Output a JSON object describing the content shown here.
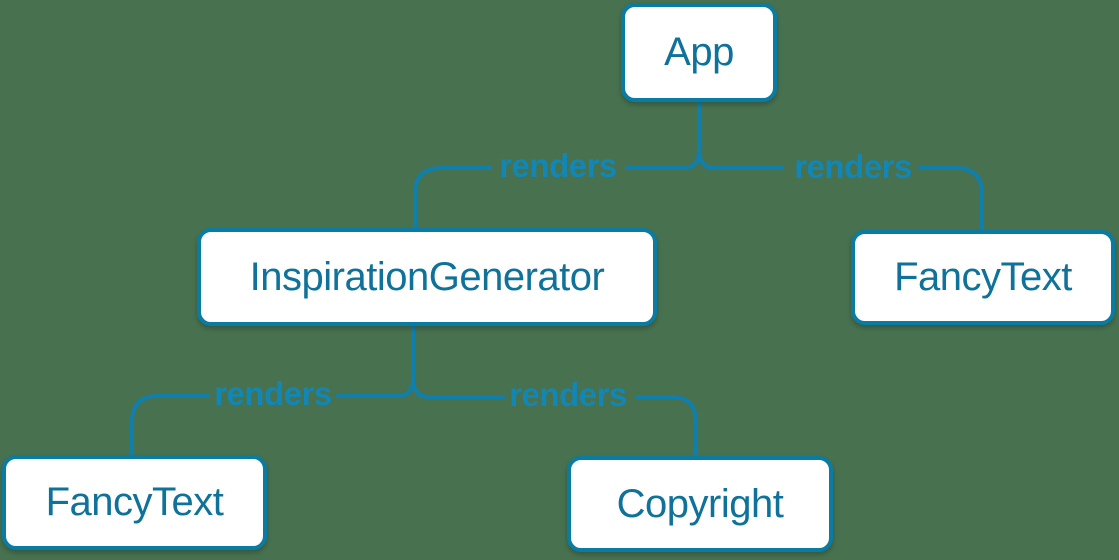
{
  "diagram": {
    "type": "render-tree",
    "background_color": "#47714F",
    "node_border_color": "#0A7CA4",
    "node_text_color": "#0E729A",
    "edge_color": "#107FAC",
    "edge_label_color": "#1286B4",
    "nodes": [
      {
        "id": "app",
        "label": "App"
      },
      {
        "id": "inspiration-generator",
        "label": "InspirationGenerator"
      },
      {
        "id": "fancy-text-top",
        "label": "FancyText"
      },
      {
        "id": "fancy-text-bottom",
        "label": "FancyText"
      },
      {
        "id": "copyright",
        "label": "Copyright"
      }
    ],
    "edges": [
      {
        "from": "App",
        "to": "InspirationGenerator",
        "label": "renders"
      },
      {
        "from": "App",
        "to": "FancyText",
        "label": "renders"
      },
      {
        "from": "InspirationGenerator",
        "to": "FancyText",
        "label": "renders"
      },
      {
        "from": "InspirationGenerator",
        "to": "Copyright",
        "label": "renders"
      }
    ]
  }
}
